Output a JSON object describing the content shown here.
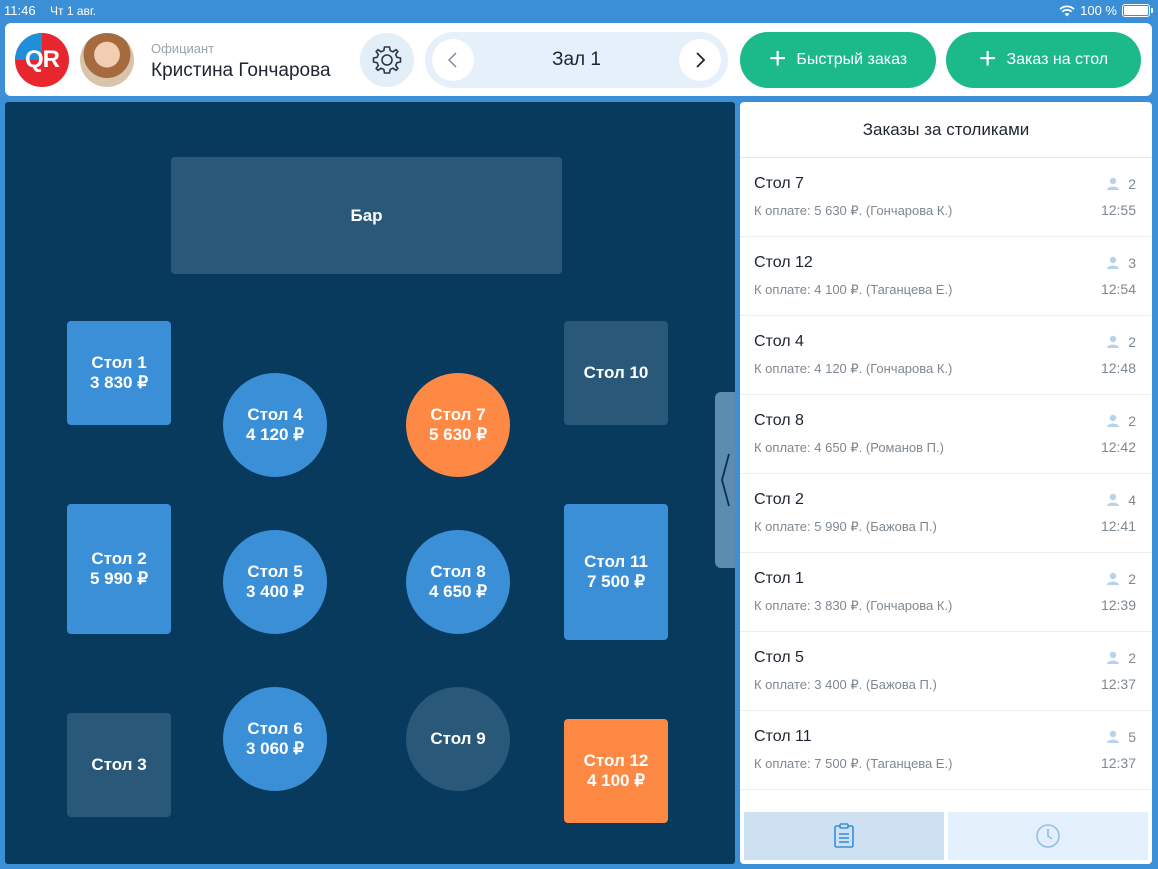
{
  "status_bar": {
    "time": "11:46",
    "date": "Чт 1 авг.",
    "battery": "100 %"
  },
  "header": {
    "logo_text": "QR",
    "role_label": "Официант",
    "user_name": "Кристина Гончарова",
    "hall_name": "Зал 1",
    "quick_order_label": "Быстрый заказ",
    "table_order_label": "Заказ на стол"
  },
  "floor": {
    "bar_label": "Бар",
    "tables": [
      {
        "id": "t1",
        "name": "Стол 1",
        "amount": "3 830 ₽",
        "status": "busy"
      },
      {
        "id": "t2",
        "name": "Стол 2",
        "amount": "5 990 ₽",
        "status": "busy"
      },
      {
        "id": "t3",
        "name": "Стол 3",
        "amount": "",
        "status": "free"
      },
      {
        "id": "t4",
        "name": "Стол 4",
        "amount": "4 120 ₽",
        "status": "busy"
      },
      {
        "id": "t5",
        "name": "Стол 5",
        "amount": "3 400 ₽",
        "status": "busy"
      },
      {
        "id": "t6",
        "name": "Стол 6",
        "amount": "3 060 ₽",
        "status": "busy"
      },
      {
        "id": "t7",
        "name": "Стол 7",
        "amount": "5 630 ₽",
        "status": "alert"
      },
      {
        "id": "t8",
        "name": "Стол 8",
        "amount": "4 650 ₽",
        "status": "busy"
      },
      {
        "id": "t9",
        "name": "Стол 9",
        "amount": "",
        "status": "free"
      },
      {
        "id": "t10",
        "name": "Стол 10",
        "amount": "",
        "status": "free"
      },
      {
        "id": "t11",
        "name": "Стол 11",
        "amount": "7 500 ₽",
        "status": "busy"
      },
      {
        "id": "t12",
        "name": "Стол 12",
        "amount": "4 100 ₽",
        "status": "alert"
      }
    ]
  },
  "orders_panel": {
    "title": "Заказы за столиками",
    "orders": [
      {
        "table": "Стол 7",
        "details": "К оплате: 5 630 ₽. (Гончарова К.)",
        "guests": "2",
        "time": "12:55"
      },
      {
        "table": "Стол 12",
        "details": "К оплате: 4 100 ₽. (Таганцева Е.)",
        "guests": "3",
        "time": "12:54"
      },
      {
        "table": "Стол 4",
        "details": "К оплате: 4 120 ₽. (Гончарова К.)",
        "guests": "2",
        "time": "12:48"
      },
      {
        "table": "Стол 8",
        "details": "К оплате: 4 650 ₽. (Романов П.)",
        "guests": "2",
        "time": "12:42"
      },
      {
        "table": "Стол 2",
        "details": "К оплате: 5 990 ₽. (Бажова П.)",
        "guests": "4",
        "time": "12:41"
      },
      {
        "table": "Стол 1",
        "details": "К оплате: 3 830 ₽. (Гончарова К.)",
        "guests": "2",
        "time": "12:39"
      },
      {
        "table": "Стол 5",
        "details": "К оплате: 3 400 ₽. (Бажова П.)",
        "guests": "2",
        "time": "12:37"
      },
      {
        "table": "Стол 11",
        "details": "К оплате: 7 500 ₽. (Таганцева Е.)",
        "guests": "5",
        "time": "12:37"
      }
    ],
    "tabs": [
      {
        "icon": "clipboard-icon",
        "active": true
      },
      {
        "icon": "clock-icon",
        "active": false
      }
    ]
  },
  "colors": {
    "floor_bg": "#083a5e",
    "table_busy": "#3a8fd6",
    "table_free": "#2a5879",
    "table_alert": "#fd8944",
    "accent_green": "#1cb98a"
  }
}
